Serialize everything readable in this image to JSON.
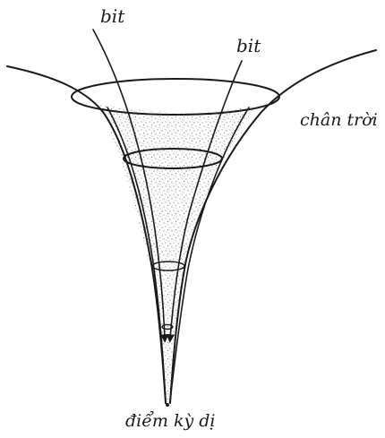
{
  "labels": {
    "bit_left": "bit",
    "bit_right": "bit",
    "horizon": "chân trời",
    "singularity": "điểm kỳ dị"
  },
  "colors": {
    "ink": "#1a1a1a",
    "background": "#ffffff",
    "stipple": "#3a3a3a"
  }
}
